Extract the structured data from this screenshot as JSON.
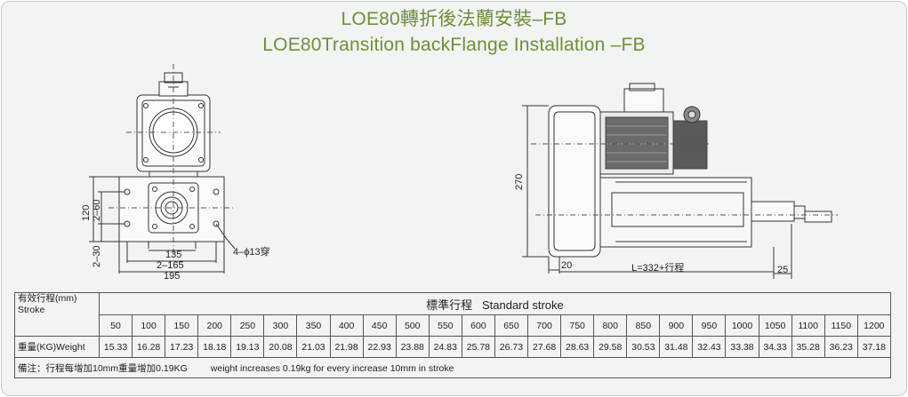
{
  "title": {
    "line1": "LOE80轉折後法蘭安裝–FB",
    "line2": "LOE80Transition  backFlange Installation –FB"
  },
  "drawing": {
    "left_view": {
      "dim_120": "120",
      "dim_2_60": "2–60",
      "dim_2_30": "2–30",
      "dim_135": "135",
      "dim_2_165": "2–165",
      "dim_195": "195",
      "hole_note": "4–ϕ13穿"
    },
    "right_view": {
      "dim_270": "270",
      "dim_20": "20",
      "dim_length": "L=332+行程",
      "dim_25": "25"
    }
  },
  "table": {
    "stroke_label_cn": "有效行程(mm)",
    "stroke_label_en": "Stroke",
    "standard_stroke_cn": "標準行程",
    "standard_stroke_en": "Standard stroke",
    "strokes": [
      "50",
      "100",
      "150",
      "200",
      "250",
      "300",
      "350",
      "400",
      "450",
      "500",
      "550",
      "600",
      "650",
      "700",
      "750",
      "800",
      "850",
      "900",
      "950",
      "1000",
      "1050",
      "1100",
      "1150",
      "1200"
    ],
    "weight_label": "重量(KG)Weight",
    "weights": [
      "15.33",
      "16.28",
      "17.23",
      "18.18",
      "19.13",
      "20.08",
      "21.03",
      "21.98",
      "22.93",
      "23.88",
      "24.83",
      "25.78",
      "26.73",
      "27.68",
      "28.63",
      "29.58",
      "30.53",
      "31.48",
      "32.43",
      "33.38",
      "34.33",
      "35.28",
      "36.23",
      "37.18"
    ],
    "note_cn": "備注：行程每增加10mm重量增加0.19KG",
    "note_en": "weight increases 0.19kg for every increase 10mm in stroke"
  }
}
